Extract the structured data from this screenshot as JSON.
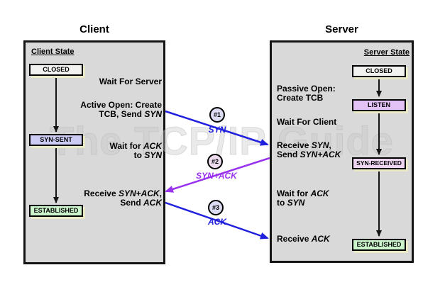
{
  "watermark": "The TCP/IP Guide",
  "colors": {
    "arrow_black": "#141414",
    "arrow_blue": "#2020dd",
    "arrow_purple": "#9933ee",
    "panel_fill": "#d9d9d9",
    "state_shadow": "#e9e9c6"
  },
  "client": {
    "title": "Client",
    "state_header": "Client State",
    "states": [
      {
        "label": "CLOSED",
        "fill": "#f2f2f0"
      },
      {
        "label": "SYN-SENT",
        "fill": "#ccccf5"
      },
      {
        "label": "ESTABLISHED",
        "fill": "#ccf5cc"
      }
    ],
    "annotations": [
      [
        [
          {
            "t": "Wait For Server"
          }
        ]
      ],
      [
        [
          {
            "t": "Active Open: Create"
          }
        ],
        [
          {
            "t": "TCB, Send "
          },
          {
            "t": "SYN",
            "i": true
          }
        ]
      ],
      [
        [
          {
            "t": "Wait for "
          },
          {
            "t": "ACK",
            "i": true
          }
        ],
        [
          {
            "t": "to "
          },
          {
            "t": "SYN",
            "i": true
          }
        ]
      ],
      [
        [
          {
            "t": "Receive "
          },
          {
            "t": "SYN+ACK",
            "i": true
          },
          {
            "t": ","
          }
        ],
        [
          {
            "t": "Send "
          },
          {
            "t": "ACK",
            "i": true
          }
        ]
      ]
    ]
  },
  "server": {
    "title": "Server",
    "state_header": "Server State",
    "states": [
      {
        "label": "CLOSED",
        "fill": "#f2f2f0"
      },
      {
        "label": "LISTEN",
        "fill": "#e3c2f5"
      },
      {
        "label": "SYN-RECEIVED",
        "fill": "#eed6f2"
      },
      {
        "label": "ESTABLISHED",
        "fill": "#ccf5cc"
      }
    ],
    "annotations": [
      [
        [
          {
            "t": "Passive Open:"
          }
        ],
        [
          {
            "t": "Create TCB"
          }
        ]
      ],
      [
        [
          {
            "t": "Wait For Client"
          }
        ]
      ],
      [
        [
          {
            "t": "Receive "
          },
          {
            "t": "SYN",
            "i": true
          },
          {
            "t": ","
          }
        ],
        [
          {
            "t": "Send "
          },
          {
            "t": "SYN+ACK",
            "i": true
          }
        ]
      ],
      [
        [
          {
            "t": "Wait for "
          },
          {
            "t": "ACK",
            "i": true
          }
        ],
        [
          {
            "t": "to "
          },
          {
            "t": "SYN",
            "i": true
          }
        ]
      ],
      [
        [
          {
            "t": "Receive "
          },
          {
            "t": "ACK",
            "i": true
          }
        ]
      ]
    ]
  },
  "messages": [
    {
      "num": "#1",
      "label": "SYN",
      "color": "#2020dd",
      "circle_fill": "#dcdcf2"
    },
    {
      "num": "#2",
      "label": "SYN+ACK",
      "color": "#9933ee",
      "circle_fill": "#ecdcee"
    },
    {
      "num": "#3",
      "label": "ACK",
      "color": "#2020dd",
      "circle_fill": "#dcdcf2"
    }
  ]
}
